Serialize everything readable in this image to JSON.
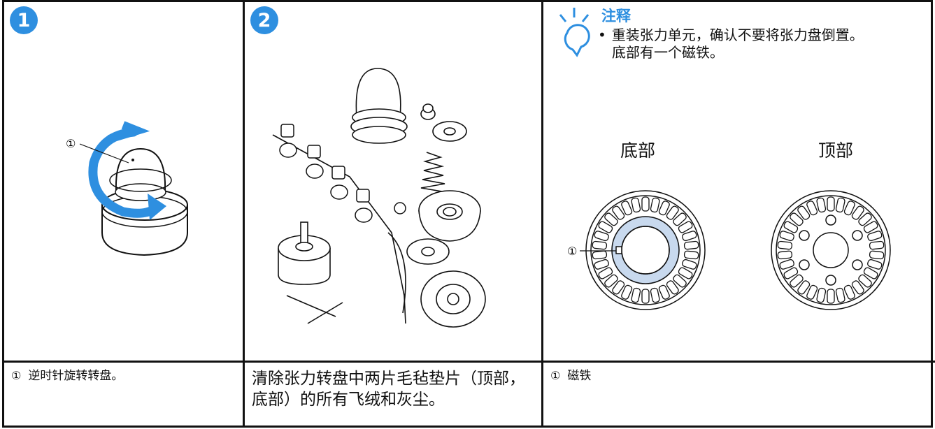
{
  "steps": [
    {
      "badge": "1",
      "callout": "①",
      "caption_num": "①",
      "caption": "逆时针旋转转盘。"
    },
    {
      "badge": "2",
      "caption": "清除张力转盘中两片毛毡垫片（顶部，底部）的所有飞绒和灰尘。"
    }
  ],
  "note": {
    "title": "注释",
    "bullet": "•",
    "text": "重装张力单元，确认不要将张力盘倒置。",
    "extra": "底部有一个磁铁。",
    "label_bottom": "底部",
    "label_top": "顶部",
    "callout": "①",
    "caption_num": "①",
    "caption": "磁铁"
  },
  "colors": {
    "accent": "#2e8fe0",
    "magnet_ring": "#c8d9ee"
  }
}
